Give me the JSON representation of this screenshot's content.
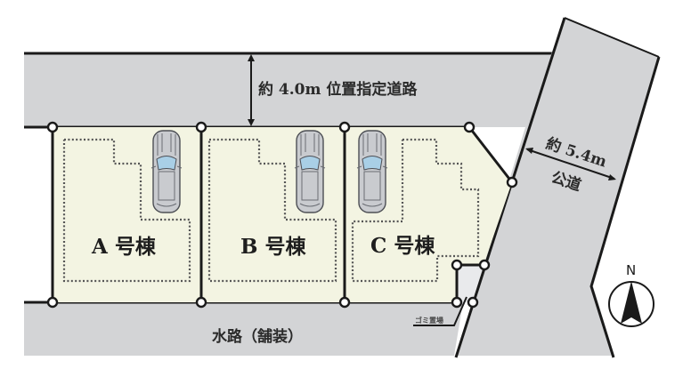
{
  "diagram": {
    "type": "site-plan",
    "roads": {
      "north_road": {
        "label": "約 4.0m 位置指定道路",
        "width": "約 4.0m",
        "kind": "位置指定道路"
      },
      "east_road": {
        "label_line1": "約 5.4m",
        "label_line2": "公道",
        "width": "約 5.4m",
        "kind": "公道"
      },
      "south_channel": {
        "label": "水路（舗装）"
      }
    },
    "lots": [
      {
        "id": "A",
        "label": "A 号棟"
      },
      {
        "id": "B",
        "label": "B 号棟"
      },
      {
        "id": "C",
        "label": "C 号棟"
      }
    ],
    "garbage_station": {
      "label": "ゴミ置場"
    },
    "compass": {
      "label": "N"
    },
    "colors": {
      "road": "#d3d4d6",
      "lot": "#f3f4e2",
      "boundary": "#1a1a1a",
      "car_glass": "#a9cfe6"
    }
  }
}
